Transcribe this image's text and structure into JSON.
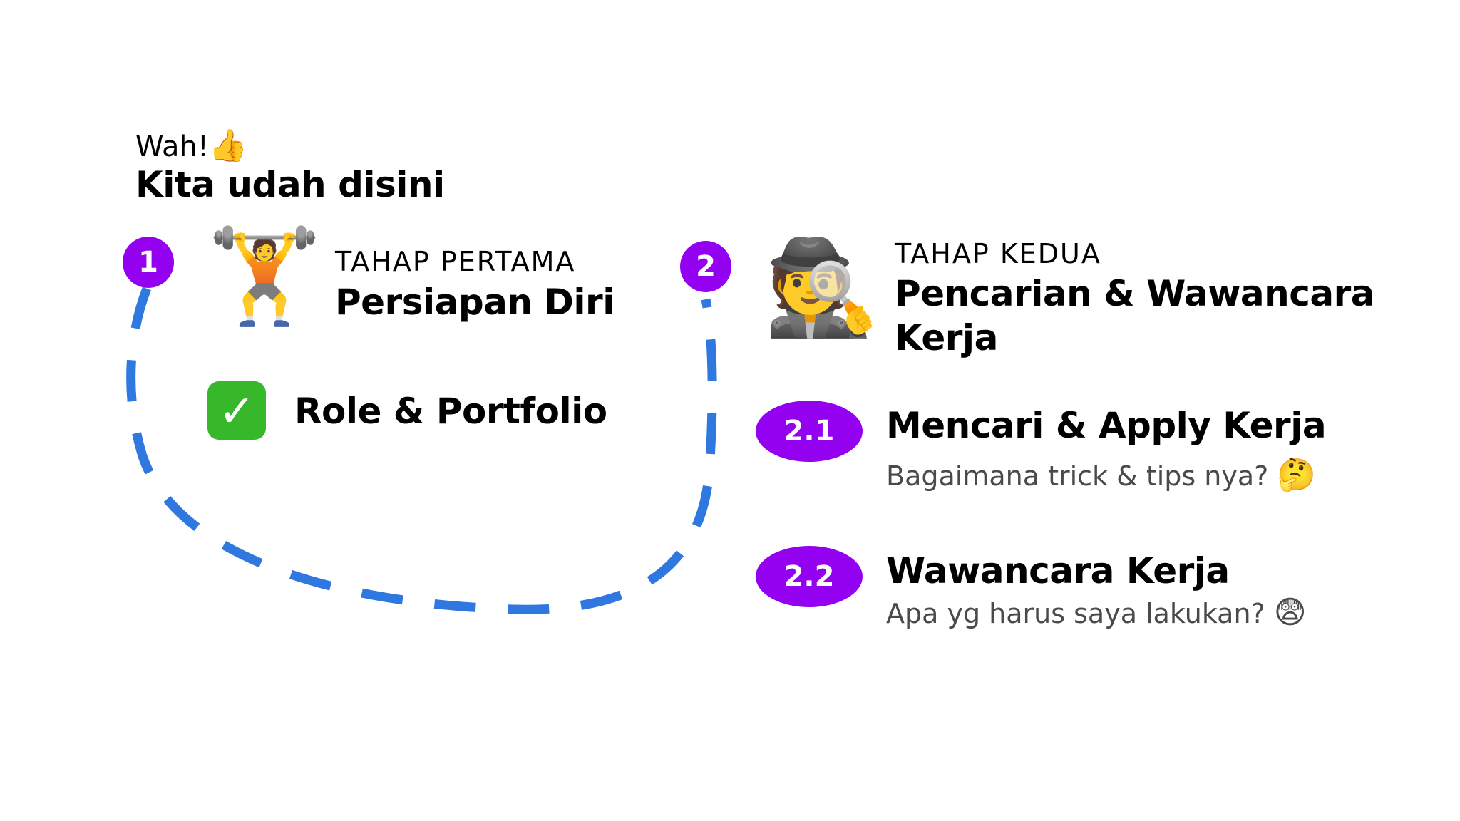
{
  "colors": {
    "path": "#2f78e0",
    "badge": "#9400f0",
    "check": "#36b82a",
    "subtext": "#4a4a4a"
  },
  "intro": {
    "small": "Wah!",
    "small_icon": "👍",
    "title": "Kita udah disini"
  },
  "stage1": {
    "number": "1",
    "icon": "🏋️",
    "icon_name": "weightlifter-icon",
    "label": "TAHAP PERTAMA",
    "title": "Persiapan Diri",
    "item": {
      "check_icon": "✓",
      "title": "Role & Portfolio"
    }
  },
  "stage2": {
    "number": "2",
    "icon": "🕵️",
    "icon_name": "detective-icon",
    "label": "TAHAP KEDUA",
    "title_line1": "Pencarian & Wawancara",
    "title_line2": "Kerja",
    "items": [
      {
        "number": "2.1",
        "title": "Mencari & Apply Kerja",
        "subtitle": "Bagaimana trick & tips nya?",
        "emoji": "🤔",
        "emoji_name": "thinking-face-icon"
      },
      {
        "number": "2.2",
        "title": "Wawancara Kerja",
        "subtitle": "Apa yg harus saya lakukan?",
        "emoji": "😨",
        "emoji_name": "fearful-face-icon"
      }
    ]
  }
}
